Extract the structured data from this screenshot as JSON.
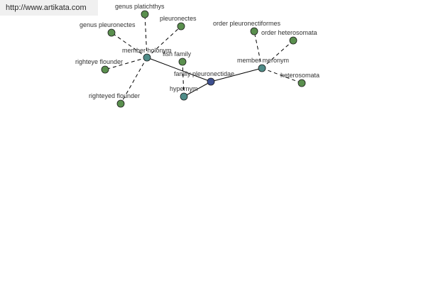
{
  "watermark": {
    "text": "http://www.artikata.com"
  },
  "colors": {
    "leaf": "#5a8f4e",
    "relation": "#4f8c88",
    "center": "#3d4f8f"
  },
  "graph": {
    "nodes": [
      {
        "id": "center",
        "label": "family pleuronectidae",
        "kind": "center"
      },
      {
        "id": "holonym",
        "label": "member holonym",
        "kind": "relation"
      },
      {
        "id": "meronym",
        "label": "member meronym",
        "kind": "relation"
      },
      {
        "id": "hypernym",
        "label": "hypernym",
        "kind": "relation"
      },
      {
        "id": "genus-platichthys",
        "label": "genus platichthys",
        "kind": "leaf"
      },
      {
        "id": "pleuronectes",
        "label": "pleuronectes",
        "kind": "leaf"
      },
      {
        "id": "genus-pleuronectes",
        "label": "genus pleuronectes",
        "kind": "leaf"
      },
      {
        "id": "righteye-flounder",
        "label": "righteye flounder",
        "kind": "leaf"
      },
      {
        "id": "righteyed-flounder",
        "label": "righteyed flounder",
        "kind": "leaf"
      },
      {
        "id": "fish-family",
        "label": "fish family",
        "kind": "leaf"
      },
      {
        "id": "order-pleuronectiformes",
        "label": "order pleuronectiformes",
        "kind": "leaf"
      },
      {
        "id": "order-heterosomata",
        "label": "order heterosomata",
        "kind": "leaf"
      },
      {
        "id": "heterosomata",
        "label": "heterosomata",
        "kind": "leaf"
      }
    ],
    "edges": [
      {
        "from": "center",
        "to": "holonym",
        "style": "solid"
      },
      {
        "from": "center",
        "to": "meronym",
        "style": "solid"
      },
      {
        "from": "center",
        "to": "hypernym",
        "style": "solid"
      },
      {
        "from": "holonym",
        "to": "genus-platichthys",
        "style": "dashed"
      },
      {
        "from": "holonym",
        "to": "pleuronectes",
        "style": "dashed"
      },
      {
        "from": "holonym",
        "to": "genus-pleuronectes",
        "style": "dashed"
      },
      {
        "from": "holonym",
        "to": "righteye-flounder",
        "style": "dashed"
      },
      {
        "from": "holonym",
        "to": "righteyed-flounder",
        "style": "dashed"
      },
      {
        "from": "hypernym",
        "to": "fish-family",
        "style": "dashed"
      },
      {
        "from": "meronym",
        "to": "order-pleuronectiformes",
        "style": "dashed"
      },
      {
        "from": "meronym",
        "to": "order-heterosomata",
        "style": "dashed"
      },
      {
        "from": "meronym",
        "to": "heterosomata",
        "style": "dashed"
      }
    ]
  }
}
